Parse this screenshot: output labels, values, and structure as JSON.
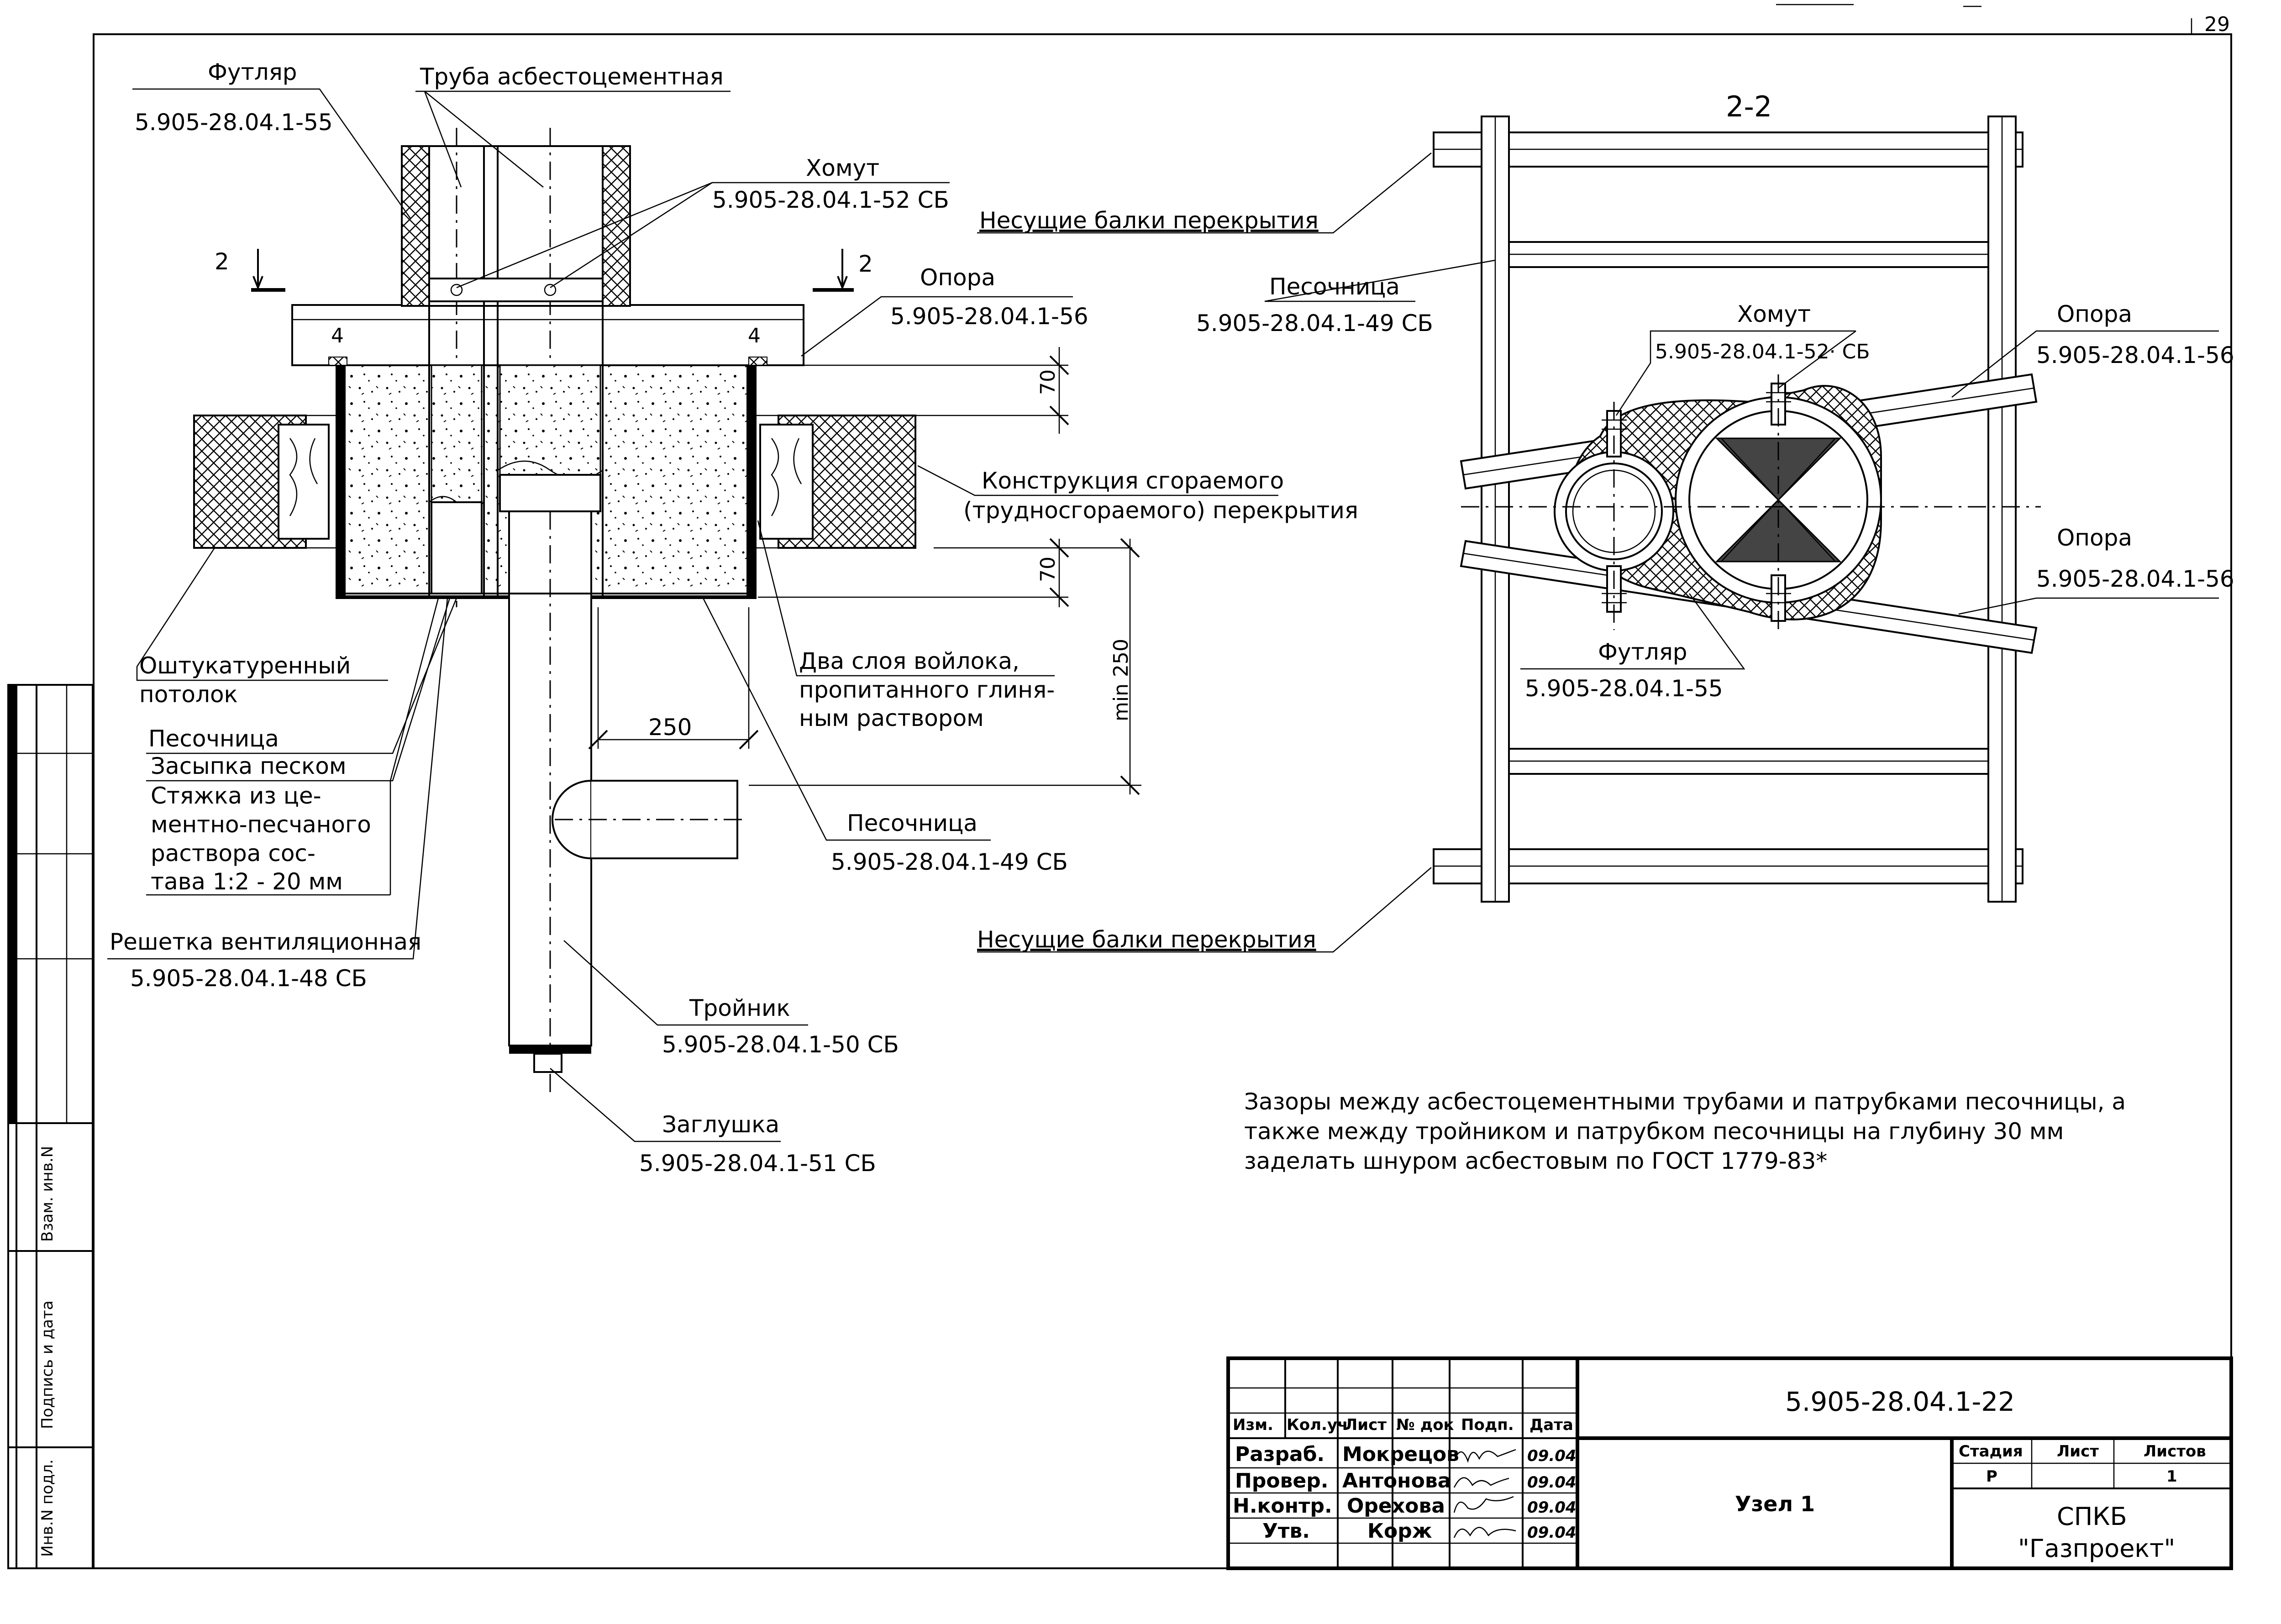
{
  "sheet": {
    "page_number": "29",
    "section_title": "2-2"
  },
  "section_marks": {
    "left": "2",
    "right": "2"
  },
  "labels": {
    "futlyar": "Футляр",
    "futlyar_code": "5.905-28.04.1-55",
    "truba": "Труба асбестоцементная",
    "khomut": "Хомут",
    "khomut_code": "5.905-28.04.1-52 СБ",
    "opora": "Опора",
    "opora_code": "5.905-28.04.1-56",
    "konstr_1": "Конструкция сгораемого",
    "konstr_2": "(трудносгораемого) перекрытия",
    "potolok_1": "Оштукатуренный",
    "potolok_2": "потолок",
    "pesochnitsa": "Песочница",
    "zasypka": "Засыпка песком",
    "styazhka_1": "Стяжка из це-",
    "styazhka_2": "ментно-песчаного",
    "styazhka_3": "раствора сос-",
    "styazhka_4": "тава 1:2 - 20 мм",
    "voilok_1": "Два слоя войлока,",
    "voilok_2": "пропитанного глиня-",
    "voilok_3": "ным раствором",
    "pesochnitsa_code": "5.905-28.04.1-49 СБ",
    "reshetka": "Решетка вентиляционная",
    "reshetka_code": "5.905-28.04.1-48 СБ",
    "troinik": "Тройник",
    "troinik_code": "5.905-28.04.1-50 СБ",
    "zaglushka": "Заглушка",
    "zaglushka_code": "5.905-28.04.1-51 СБ",
    "balki": "Несущие балки перекрытия",
    "futlyar_code_right": "5.905-28.04.1-55",
    "khomut_code_right": "5.905-28.04.1-52· СБ",
    "mark_4a": "4",
    "mark_4b": "4"
  },
  "dimensions": {
    "d70_top": "70",
    "d70_bottom": "70",
    "d250": "250",
    "dmin250": "min 250"
  },
  "note": {
    "line1": "Зазоры между асбестоцементными трубами и патрубками песочницы, а",
    "line2": "также между тройником и патрубком песочницы на глубину 30 мм",
    "line3": "заделать шнуром асбестовым по ГОСТ 1779-83*"
  },
  "side_stamp": {
    "vzam": "Взам. инв.N",
    "podpis": "Подпись и дата",
    "inv": "Инв.N подл."
  },
  "title_block": {
    "doc_code": "5.905-28.04.1-22",
    "headers": [
      "Изм.",
      "Кол.уч",
      "Лист",
      "№ док",
      "Подп.",
      "Дата"
    ],
    "rows": [
      {
        "role": "Разраб.",
        "name": "Мокрецов",
        "date": "09.04"
      },
      {
        "role": "Провер.",
        "name": "Антонова",
        "date": "09.04"
      },
      {
        "role": "Н.контр.",
        "name": "Орехова",
        "date": "09.04"
      },
      {
        "role": "Утв.",
        "name": "Корж",
        "date": "09.04"
      }
    ],
    "item_title": "Узел 1",
    "stage_label": "Стадия",
    "sheet_label": "Лист",
    "sheets_label": "Листов",
    "stage": "Р",
    "sheet_no": "",
    "sheets": "1",
    "org_1": "СПКБ",
    "org_2": "\"Газпроект\""
  }
}
